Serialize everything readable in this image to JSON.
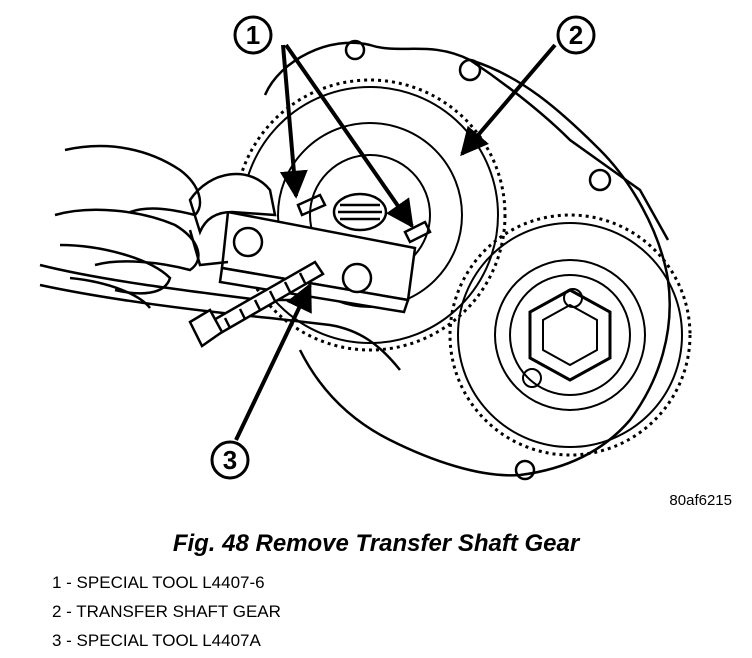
{
  "figure": {
    "id_code": "80af6215",
    "caption": "Fig. 48 Remove Transfer Shaft Gear"
  },
  "callouts": [
    {
      "number": "1"
    },
    {
      "number": "2"
    },
    {
      "number": "3"
    }
  ],
  "legend": [
    {
      "text": "1 - SPECIAL TOOL L4407-6"
    },
    {
      "text": "2 - TRANSFER SHAFT GEAR"
    },
    {
      "text": "3 - SPECIAL TOOL L4407A"
    }
  ]
}
